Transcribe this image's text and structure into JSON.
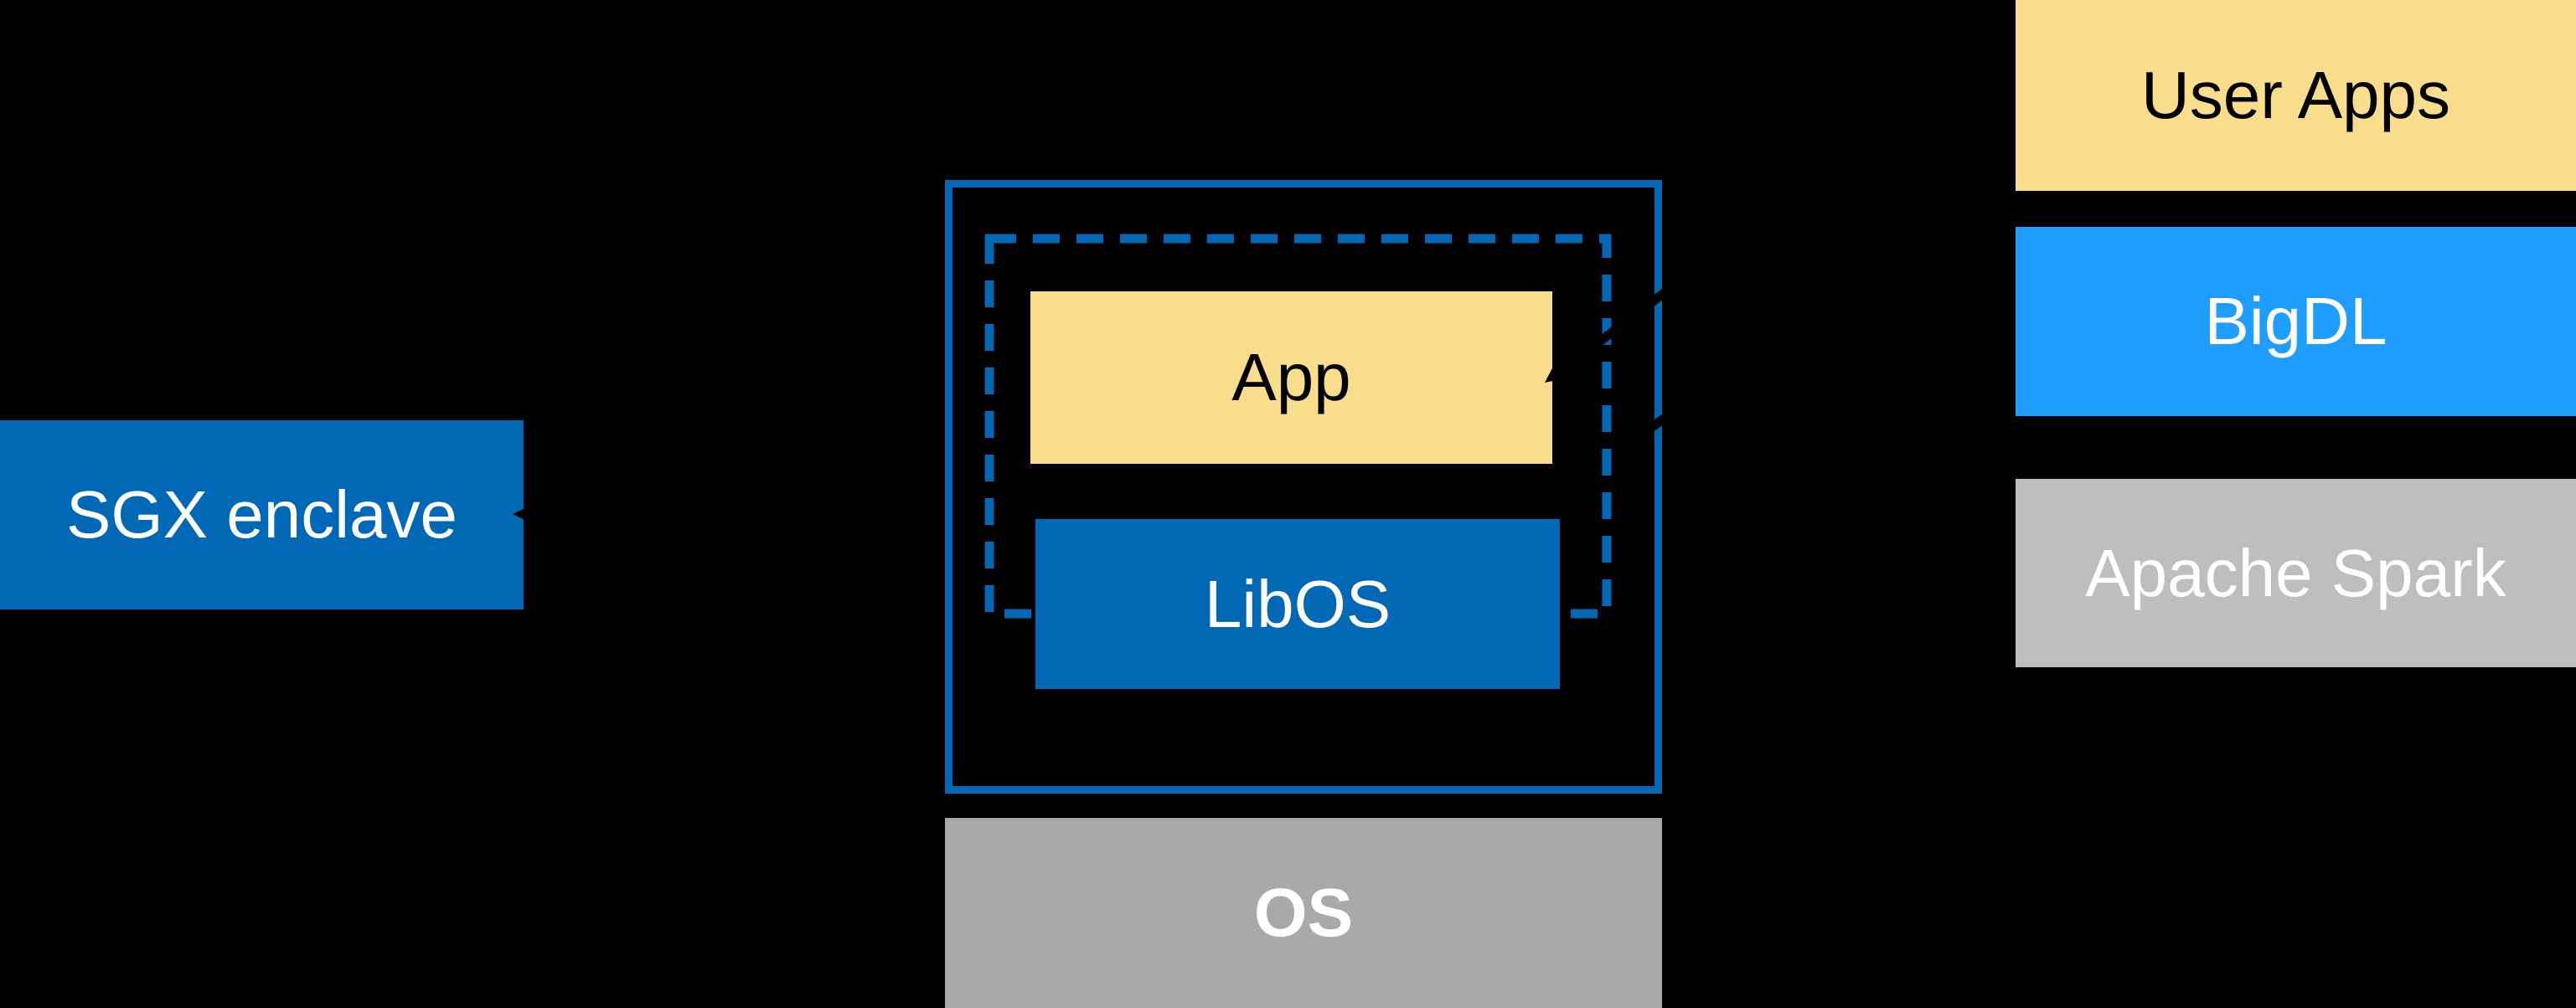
{
  "diagram": {
    "title_hint": "SGX enclave LibOS architecture diagram",
    "background_color": "#000000",
    "colors": {
      "intel_blue": "#0068b5",
      "bright_blue": "#1f9dff",
      "yellow": "#f7dd8c",
      "gray_os": "#a9a9a9",
      "gray_spark": "#bebebe",
      "arrow_black": "#000000",
      "text_white": "#ffffff",
      "text_black": "#000000"
    },
    "sgx_label_box": {
      "label": "SGX enclave",
      "fill": "#0068b5",
      "text_color": "#ffffff"
    },
    "enclave_box": {
      "border_style": "solid",
      "border_color": "#0068b5"
    },
    "enclave_boundary": {
      "border_style": "dashed",
      "border_color": "#0068b5"
    },
    "app_box": {
      "label": "App",
      "fill": "#f7dd8c",
      "text_color": "#000000"
    },
    "libos_box": {
      "label": "LibOS",
      "fill": "#0068b5",
      "text_color": "#ffffff"
    },
    "os_box": {
      "label": "OS",
      "fill": "#a9a9a9",
      "text_color": "#ffffff",
      "bold": true
    },
    "stack": {
      "items": [
        {
          "label": "User Apps",
          "fill": "#f7dd8c",
          "text_color": "#000000"
        },
        {
          "label": "BigDL",
          "fill": "#1f9dff",
          "text_color": "#ffffff"
        },
        {
          "label": "Apache Spark",
          "fill": "#bebebe",
          "text_color": "#ffffff"
        }
      ]
    },
    "connectors": {
      "left_arrow": "black arrow from enclave box to SGX enclave label (tip visible on blue box edge)",
      "right_arrow_a": "black arrow from user-apps stack to App box (tip notch on App edge, crossing notches on borders)",
      "right_arrow_b": "second black line from stack crossing enclave border"
    }
  }
}
